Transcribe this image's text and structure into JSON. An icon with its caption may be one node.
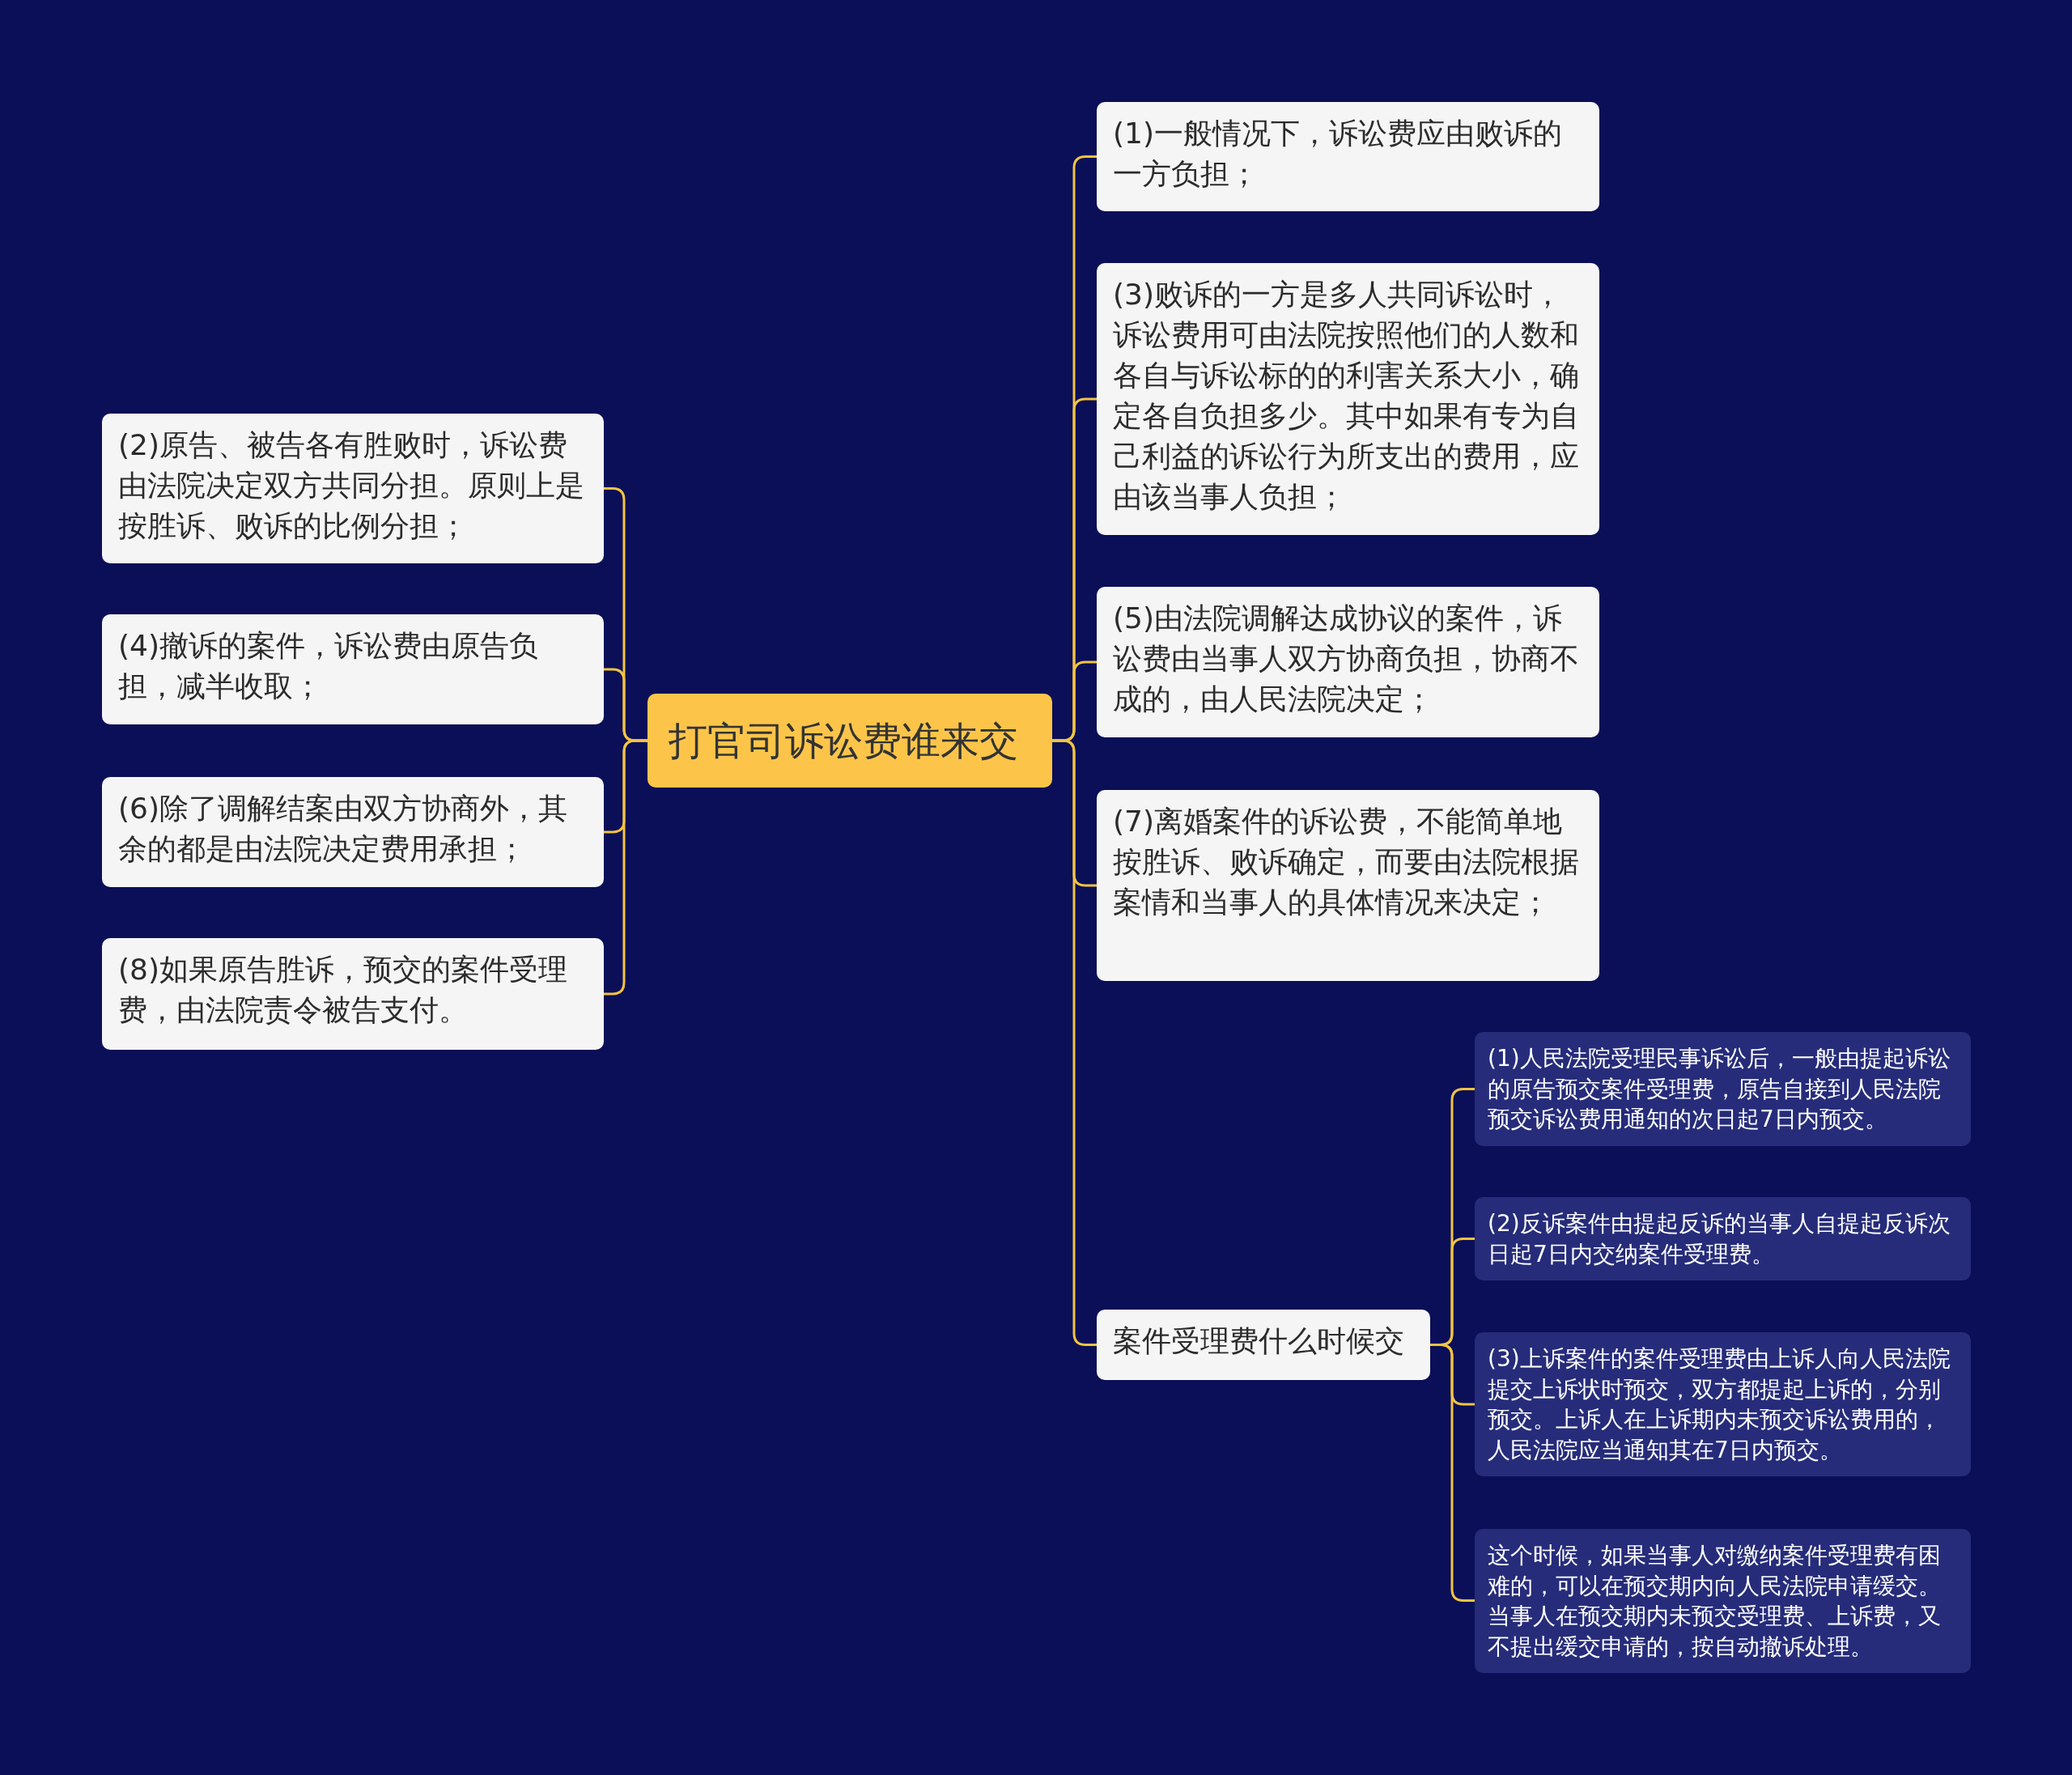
{
  "diagram": {
    "nodes": [
      {
        "text": [
          "打官司诉讼费谁来交"
        ]
      },
      {
        "text": [
          "(2)原告、被告各有胜败时，诉讼费由法院决定双方共同分担。原则上是按胜诉、败诉的比例分担；"
        ]
      },
      {
        "text": [
          "(4)撤诉的案件，诉讼费由原告负担，减半收取；"
        ]
      },
      {
        "text": [
          "(6)除了调解结案由双方协商外，其余的都是由法院决定费用承担；"
        ]
      },
      {
        "text": [
          "(8)如果原告胜诉，预交的案件受理费，由法院责令被告支付。"
        ]
      },
      {
        "text": [
          "(1)一般情况下，诉讼费应由败诉的一方负担；"
        ]
      },
      {
        "text": [
          "(3)败诉的一方是多人共同诉讼时，诉讼费用可由法院按照他们的人数和各自与诉讼标的的利害关系大小，确定各自负担多少。其中如果有专为自己利益的诉讼行为所支出的费用，应由该当事人负担；"
        ]
      },
      {
        "text": [
          "(5)由法院调解达成协议的案件，诉讼费由当事人双方协商负担，协商不成的，由人民法院决定；"
        ]
      },
      {
        "text": [
          "(7)离婚案件的诉讼费，不能简单地按胜诉、败诉确定，而要由法院根据案情和当事人的具体情况来决定；"
        ]
      },
      {
        "text": [
          "案件受理费什么时候交"
        ]
      },
      {
        "text": [
          "(1)人民法院受理民事诉讼后，一般由提起诉讼的原告预交案件受理费，原告自接到人民法院预交诉讼费用通知的次日起7日内预交。"
        ]
      },
      {
        "text": [
          "(2)反诉案件由提起反诉的当事人自提起反诉次日起7日内交纳案件受理费。"
        ]
      },
      {
        "text": [
          "(3)上诉案件的案件受理费由上诉人向人民法院提交上诉状时预交，双方都提起上诉的，分别预交。上诉人在上诉期内未预交诉讼费用的，人民法院应当通知其在7日内预交。"
        ]
      },
      {
        "text": [
          "这个时候，如果当事人对缴纳案件受理费有困难的，可以在预交期内向人民法院申请缓交。当事人在预交期内未预交受理费、上诉费，又不提出缓交申请的，按自动撤诉处理。"
        ]
      }
    ],
    "edges": [
      {
        "from": 0,
        "to": 1,
        "arrow": "none"
      },
      {
        "from": 0,
        "to": 2,
        "arrow": "none"
      },
      {
        "from": 0,
        "to": 3,
        "arrow": "none"
      },
      {
        "from": 0,
        "to": 4,
        "arrow": "none"
      },
      {
        "from": 0,
        "to": 5,
        "arrow": "none"
      },
      {
        "from": 0,
        "to": 6,
        "arrow": "none"
      },
      {
        "from": 0,
        "to": 7,
        "arrow": "none"
      },
      {
        "from": 0,
        "to": 8,
        "arrow": "none"
      },
      {
        "from": 0,
        "to": 9,
        "arrow": "none"
      },
      {
        "from": 9,
        "to": 10,
        "arrow": "none"
      },
      {
        "from": 9,
        "to": 11,
        "arrow": "none"
      },
      {
        "from": 9,
        "to": 12,
        "arrow": "none"
      },
      {
        "from": 9,
        "to": 13,
        "arrow": "none"
      }
    ]
  }
}
